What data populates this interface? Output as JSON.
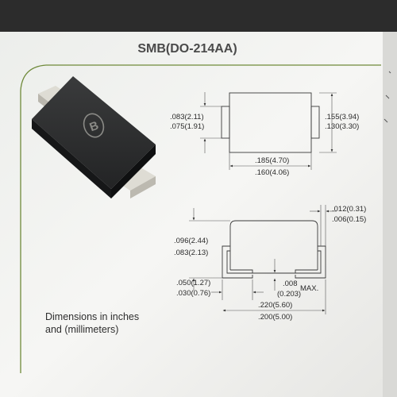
{
  "title": "SMB(DO-214AA)",
  "component": {
    "logo_letter": "B",
    "body_color": "#1c1d1e",
    "lead_color": "#d9d6cf",
    "logo_color": "#8a8a86"
  },
  "top_view": {
    "height_max": ".083(2.11)",
    "height_min": ".075(1.91)",
    "lead_span_max": ".155(3.94)",
    "lead_span_min": ".130(3.30)",
    "body_width_max": ".185(4.70)",
    "body_width_min": ".160(4.06)"
  },
  "side_view": {
    "lead_thickness_max": ".012(0.31)",
    "lead_thickness_min": ".006(0.15)",
    "body_height_max": ".096(2.44)",
    "body_height_min": ".083(2.13)",
    "lead_length_max": ".050(1.27)",
    "lead_length_min": ".030(0.76)",
    "standoff_value": ".008",
    "standoff_mm": "(0.203)",
    "standoff_label": "MAX.",
    "overall_width_max": ".220(5.60)",
    "overall_width_min": ".200(5.00)"
  },
  "note": {
    "line1": "Dimensions in inches",
    "line2": "and (millimeters)"
  },
  "colors": {
    "page": "#f4f4f2",
    "accent_green": "#6f8a3a",
    "frame_dark": "#2b2b2b"
  }
}
